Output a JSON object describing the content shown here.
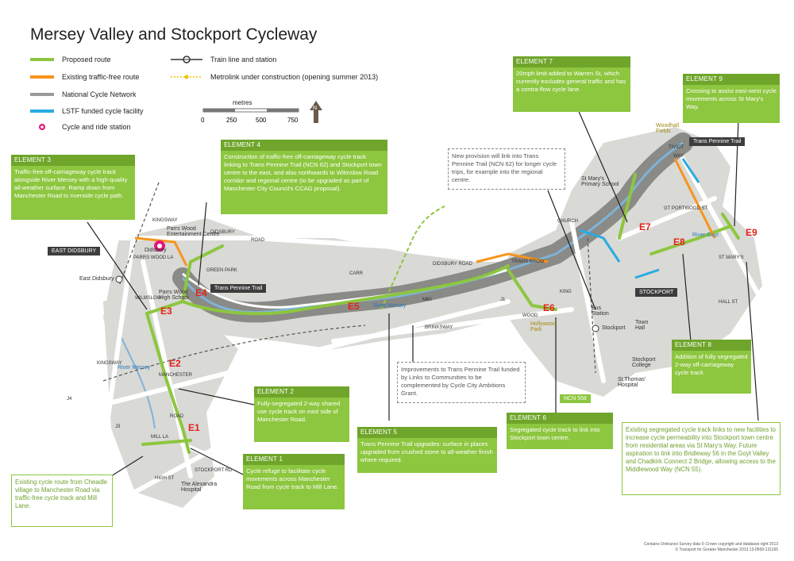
{
  "title": "Mersey Valley and Stockport Cycleway",
  "legend": {
    "items": [
      {
        "label": "Proposed route",
        "color": "#8dc63f"
      },
      {
        "label": "Existing traffic-free route",
        "color": "#f7941d"
      },
      {
        "label": "National Cycle Network",
        "color": "#aaaaaa"
      },
      {
        "label": "LSTF funded cycle facility",
        "color": "#29abe2"
      },
      {
        "label": "Cycle and ride station",
        "color": "#e0177a"
      }
    ],
    "items_right": [
      {
        "label": "Train line and station"
      },
      {
        "label": "Metrolink under construction (opening summer 2013)"
      }
    ],
    "scale_title": "metres",
    "scale_ticks": [
      "0",
      "250",
      "500",
      "750"
    ],
    "north": "N"
  },
  "elements": {
    "e1": {
      "heading": "ELEMENT 1",
      "body": "Cycle refuge to facilitate cycle movements across Manchester Road from cycle track to Mill Lane."
    },
    "e2": {
      "heading": "ELEMENT 2",
      "body": "Fully-segregated 2-way shared use cycle track on east side of Manchester Road."
    },
    "e3": {
      "heading": "ELEMENT 3",
      "body": "Traffic-free off-carriageway cycle track alongside River Mersey with a high-quality all-weather surface. Ramp down from Manchester Road to riverside cycle path."
    },
    "e4": {
      "heading": "ELEMENT 4",
      "body": "Construction of traffic-free off-carriageway cycle track linking to Trans Pennine Trail (NCN 62) and Stockport town centre to the east, and also northwards to Wilmslow Road corridor and regional centre (to be upgraded as part of Manchester City Council's CCAG proposal)."
    },
    "e5": {
      "heading": "ELEMENT 5",
      "body": "Trans Pennine Trail upgrades: surface in places upgraded from crushed stone to all-weather finish where required."
    },
    "e6": {
      "heading": "ELEMENT 6",
      "body": "Segregated cycle track to link into Stockport town centre."
    },
    "e7": {
      "heading": "ELEMENT 7",
      "body": "20mph limit added to Warren St, which currently excludes general traffic and has a contra-flow cycle lane."
    },
    "e8": {
      "heading": "ELEMENT 8",
      "body": "Addition of fully segregated 2-way off-carriageway cycle track"
    },
    "e9": {
      "heading": "ELEMENT 9",
      "body": "Crossing to assist east-west cycle movements across St Mary's Way."
    }
  },
  "notes": {
    "cheadle": "Existing cycle route from Cheadle village to Manchester Road via traffic-free cycle track and Mill Lane.",
    "tpt_funding": "Improvements to Trans Pennine Trail funded by Links to Communities to be complemented by Cycle City Ambitions Grant.",
    "new_provision": "New provision will link into Trans Pennine Trail (NCN 62) for longer cycle trips, for example into the regional centre.",
    "goyt": "Existing segregated cycle track links to new facilities to increase cycle permeability into Stockport town centre from residential areas via St Mary's Way. Future aspiration to link into Bridleway 56 in the Goyt Valley and Chadkirk Connect 2 Bridge, allowing access to the Middlewood Way (NCN 55)."
  },
  "route_labels": [
    "E1",
    "E2",
    "E3",
    "E4",
    "E5",
    "E6",
    "E7",
    "E8",
    "E9"
  ],
  "places": {
    "east_didsbury_badge": "EAST DIDSBURY",
    "stockport_badge": "STOCKPORT",
    "tpt_badge_west": "Trans Pennine Trail",
    "tpt_badge_east": "Trans Pennine Trail",
    "ncn558": "NCN 558",
    "parrs_wood_centre": "Parrs Wood Entertainment Centre",
    "parrs_wood_school": "Parrs Wood High School",
    "east_didsbury_station": "East Didsbury",
    "didsbury": "Didsbury",
    "alexandra": "The Alexandra Hospital",
    "st_marys": "St Mary's Primary School",
    "bus_station": "Bus Station",
    "stockport_station": "Stockport",
    "town_hall": "Town Hall",
    "stockport_college": "Stockport College",
    "st_thomas": "St Thomas' Hospital",
    "hollywood_park": "Hollywood Park",
    "woodhall_fields": "Woodhall Fields",
    "river_mersey_1": "River Mersey",
    "river_mersey_2": "River Mersey",
    "river_goyt": "River Goyt"
  },
  "roads": [
    "KINGSWAY",
    "PARRS WOOD LA",
    "DIDSBURY",
    "ROAD",
    "WILMSLOW",
    "MANCHESTER",
    "ROAD",
    "M60",
    "BRINKSWAY",
    "TRAVIS BROW",
    "DIDSBURY ROAD",
    "GREEN PARK",
    "CARR",
    "STOCKPORT RD",
    "HIGH ST",
    "MILL LA",
    "KINGSWAY",
    "HALL ST",
    "ST MARY'S",
    "WOOD",
    "KING",
    "GT PORTWOOD ST",
    "TIVIOT",
    "WAY",
    "CHURCH",
    "J1",
    "J3",
    "J4"
  ],
  "copyright": [
    "Contains Ordnance Survey data © Crown copyright and database right 2013",
    "© Transport for Greater Manchester 2013  13-0569-131165"
  ],
  "colors": {
    "proposed": "#8dc63f",
    "existing": "#f7941d",
    "ncn": "#8b8b8b",
    "lstf": "#29abe2",
    "station": "#e0177a",
    "element_label": "#e2231a",
    "river_corridor": "#8a8a86"
  }
}
